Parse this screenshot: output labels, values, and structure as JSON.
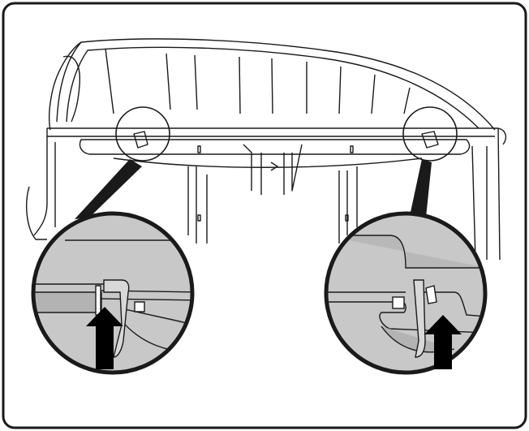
{
  "figure": {
    "frame_color": "#1a1a1a",
    "line_color": "#1a1a1a",
    "detail_fill": "#c8c8c8",
    "detail_shadow": "#b3b3b3",
    "arrow_color": "#000000",
    "icon": "up-arrow-icon",
    "callouts": [
      {
        "name": "left-detail-callout",
        "arrow": "up"
      },
      {
        "name": "right-detail-callout",
        "arrow": "up"
      }
    ]
  }
}
